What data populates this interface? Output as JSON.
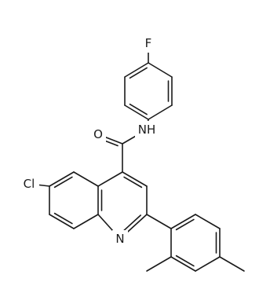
{
  "molecule": {
    "atoms": [
      {
        "id": "F",
        "label": "F"
      },
      {
        "id": "NH",
        "label": "NH"
      },
      {
        "id": "O",
        "label": "O"
      },
      {
        "id": "Cl",
        "label": "Cl"
      },
      {
        "id": "N",
        "label": "N"
      }
    ]
  }
}
